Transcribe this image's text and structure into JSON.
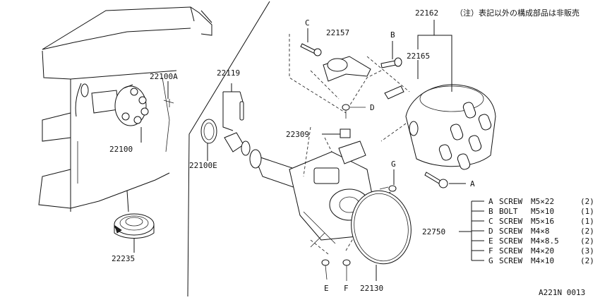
{
  "note": "（注）表記以外の構成部品は非販売",
  "code": "A221N 0013",
  "labels": {
    "p22162": "22162",
    "p22157": "22157",
    "p22165": "22165",
    "p22119": "22119",
    "p22100A": "22100A",
    "p22100": "22100",
    "p22100E": "22100E",
    "p22309": "22309",
    "p22235": "22235",
    "p22750": "22750",
    "p22130": "22130",
    "callA": "A",
    "callB": "B",
    "callC": "C",
    "callD": "D",
    "callE": "E",
    "callF": "F",
    "callG": "G"
  },
  "parts_list": [
    {
      "key": "A",
      "name": "SCREW",
      "size": "M5×22",
      "qty": "(2)"
    },
    {
      "key": "B",
      "name": "BOLT",
      "size": "M5×10",
      "qty": "(1)"
    },
    {
      "key": "C",
      "name": "SCREW",
      "size": "M5×16",
      "qty": "(1)"
    },
    {
      "key": "D",
      "name": "SCREW",
      "size": "M4×8",
      "qty": "(2)"
    },
    {
      "key": "E",
      "name": "SCREW",
      "size": "M4×8.5",
      "qty": "(2)"
    },
    {
      "key": "F",
      "name": "SCREW",
      "size": "M4×20",
      "qty": "(3)"
    },
    {
      "key": "G",
      "name": "SCREW",
      "size": "M4×10",
      "qty": "(2)"
    }
  ]
}
